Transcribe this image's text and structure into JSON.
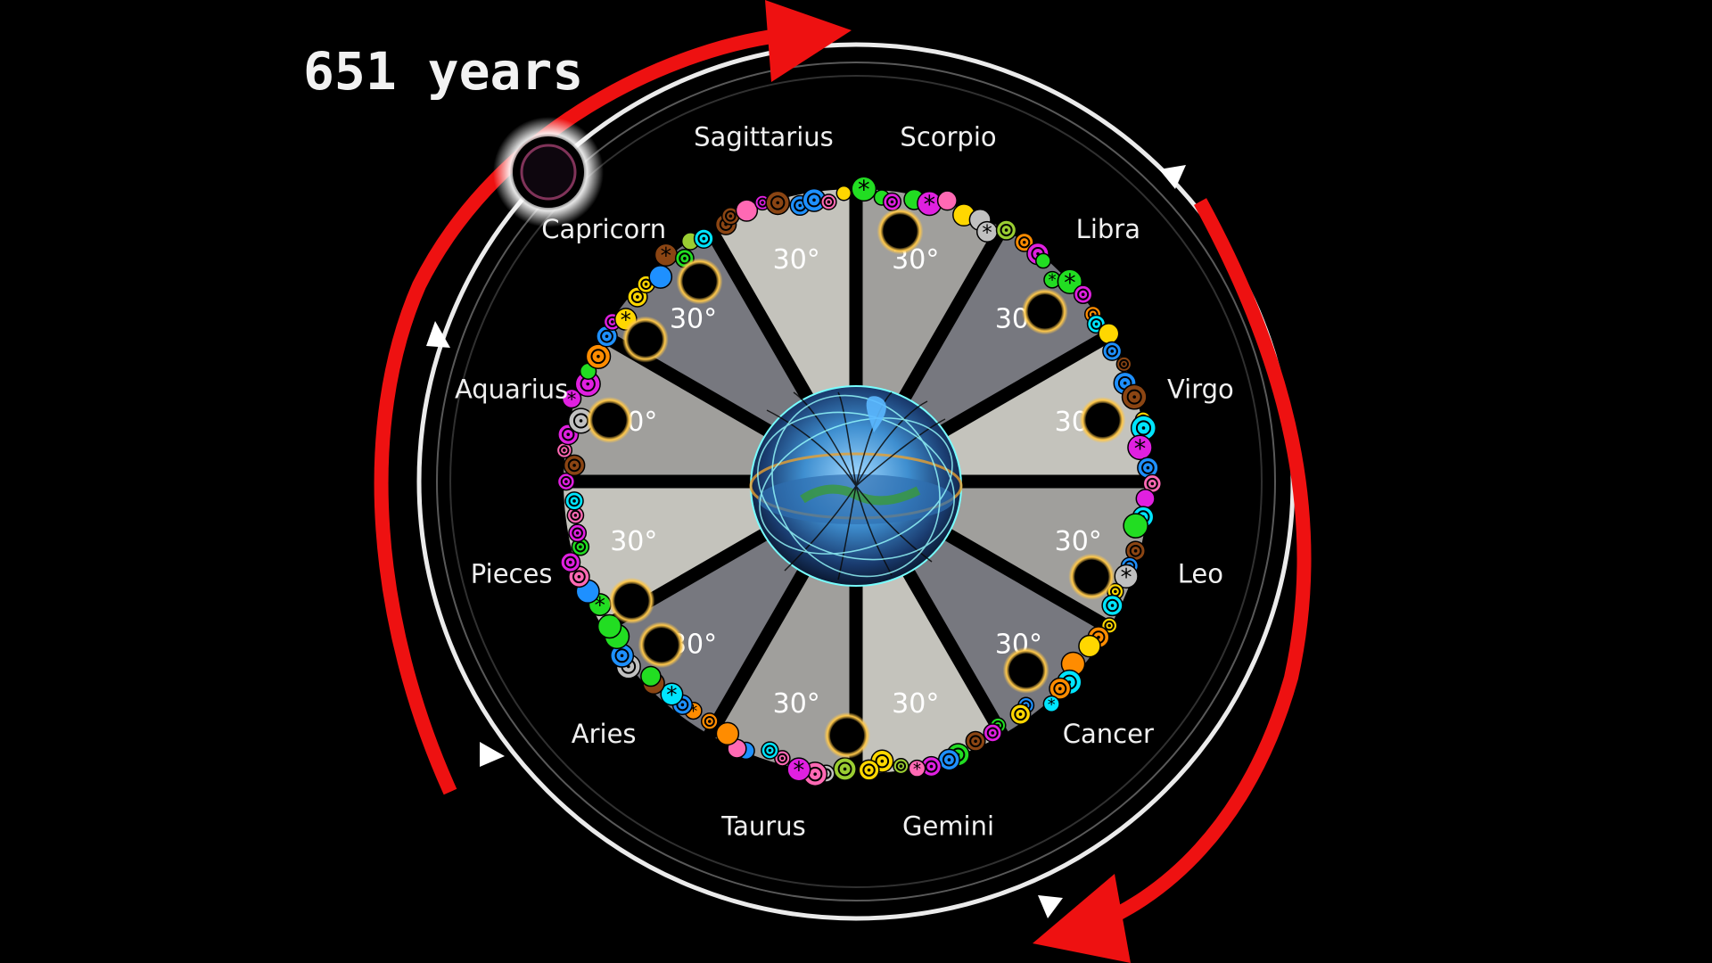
{
  "caption": "651 years",
  "zodiac_signs": [
    {
      "name": "Sagittarius",
      "degrees": "30°"
    },
    {
      "name": "Scorpio",
      "degrees": "30°"
    },
    {
      "name": "Libra",
      "degrees": "30°"
    },
    {
      "name": "Virgo",
      "degrees": "30°"
    },
    {
      "name": "Leo",
      "degrees": "30°"
    },
    {
      "name": "Cancer",
      "degrees": "30°"
    },
    {
      "name": "Gemini",
      "degrees": "30°"
    },
    {
      "name": "Taurus",
      "degrees": "30°"
    },
    {
      "name": "Aries",
      "degrees": "30°"
    },
    {
      "name": "Pieces",
      "degrees": "30°"
    },
    {
      "name": "Aquarius",
      "degrees": "30°"
    },
    {
      "name": "Capricorn",
      "degrees": "30°"
    }
  ],
  "colors": {
    "background": "#000000",
    "cycle_arrow": "#ee1111",
    "orbit_line": "#ffffff",
    "wedge_light": "#cfcdc6",
    "wedge_dark": "#7d7e86",
    "marker_palette": [
      "#ff8c00",
      "#e020e0",
      "#1e90ff",
      "#22dd22",
      "#ffd700",
      "#00e5ff",
      "#ff69b4",
      "#9acd32",
      "#8b4513",
      "#c0c0c0"
    ]
  },
  "icons": [
    "cycle-arrow-icon",
    "orbit-arrow-icon",
    "eclipse-icon",
    "planet-marker-icon",
    "earth-globe-icon"
  ]
}
